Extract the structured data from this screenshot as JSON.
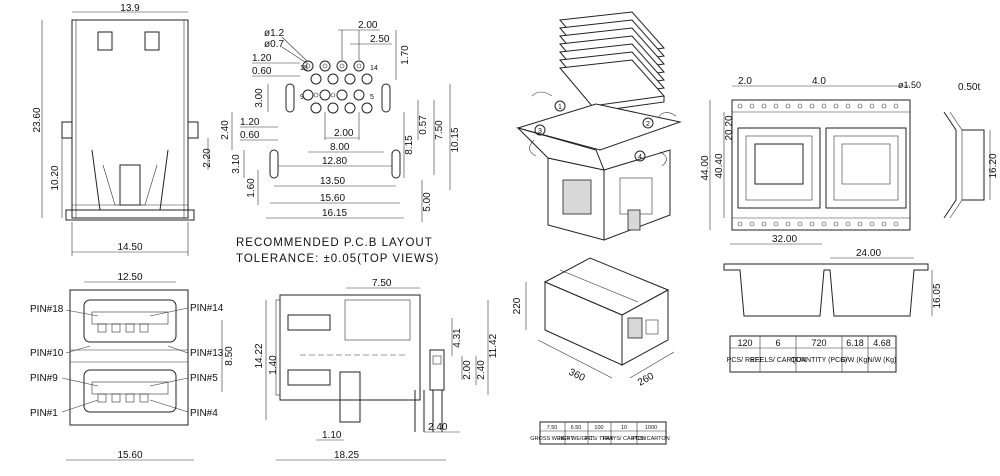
{
  "front_view": {
    "dim_top": "13.9",
    "dim_height": "23.60",
    "dim_left": "10.20",
    "dim_right": "2.20",
    "dim_bottom": "14.50"
  },
  "pcb_layout": {
    "dims_top": [
      "2.00",
      "2.50",
      "1.70",
      "ø1.2",
      "ø0.7",
      "1.20",
      "0.60",
      "3.00"
    ],
    "dims_mid": [
      "2.40",
      "1.20",
      "0.60",
      "2.00",
      "8.00",
      "12.80",
      "0.57",
      "7.50",
      "10.15",
      "8.15"
    ],
    "dims_bottom": [
      "3.10",
      "1.60",
      "13.50",
      "15.60",
      "16.15",
      "5.00"
    ],
    "hole_labels": [
      "18",
      "14",
      "9",
      "5"
    ],
    "title": "RECOMMENDED P.C.B LAYOUT",
    "tolerance": "TOLERANCE: ±0.05(TOP VIEWS)"
  },
  "pin_view": {
    "dim_top": "12.50",
    "dim_right": "8.50",
    "dim_bottom": "15.60",
    "pins_left": [
      "PIN#18",
      "PIN#10",
      "PIN#9",
      "PIN#1"
    ],
    "pins_right": [
      "PIN#14",
      "PIN#13",
      "PIN#5",
      "PIN#4"
    ]
  },
  "side_view": {
    "dim_top": "7.50",
    "dims_left": [
      "14.22",
      "1.40"
    ],
    "dims_right": [
      "4.31",
      "11.42",
      "2.00",
      "2.40"
    ],
    "dims_bottom": [
      "1.10",
      "2.40",
      "18.25"
    ]
  },
  "tray": {
    "dims_top": [
      "2.0",
      "4.0",
      "ø1.50",
      "0.50t"
    ],
    "dims_side": [
      "44.00",
      "40.40",
      "20.20",
      "16.20"
    ],
    "dims_bottom": [
      "32.00",
      "24.00",
      "16.05"
    ]
  },
  "carton": {
    "dims": [
      "220",
      "360",
      "260"
    ],
    "step_labels": [
      "1",
      "2",
      "3",
      "4"
    ]
  },
  "pack_table": {
    "values": [
      "120",
      "6",
      "720",
      "6.18",
      "4.68"
    ],
    "labels": [
      "PCS/ REEL",
      "REELS/ CARTON",
      "QUANTITY (PCS)",
      "G/W (Kg)",
      "N/W (Kg)"
    ]
  },
  "tray_table": {
    "values": [
      "7.50",
      "6.50",
      "100",
      "10",
      "1000"
    ],
    "labels": [
      "GROSS WEIGHT",
      "NET WEIGHT",
      "PCS/ TRAY",
      "TRAYS/ CARTON",
      "PCS/ CARTON"
    ]
  }
}
